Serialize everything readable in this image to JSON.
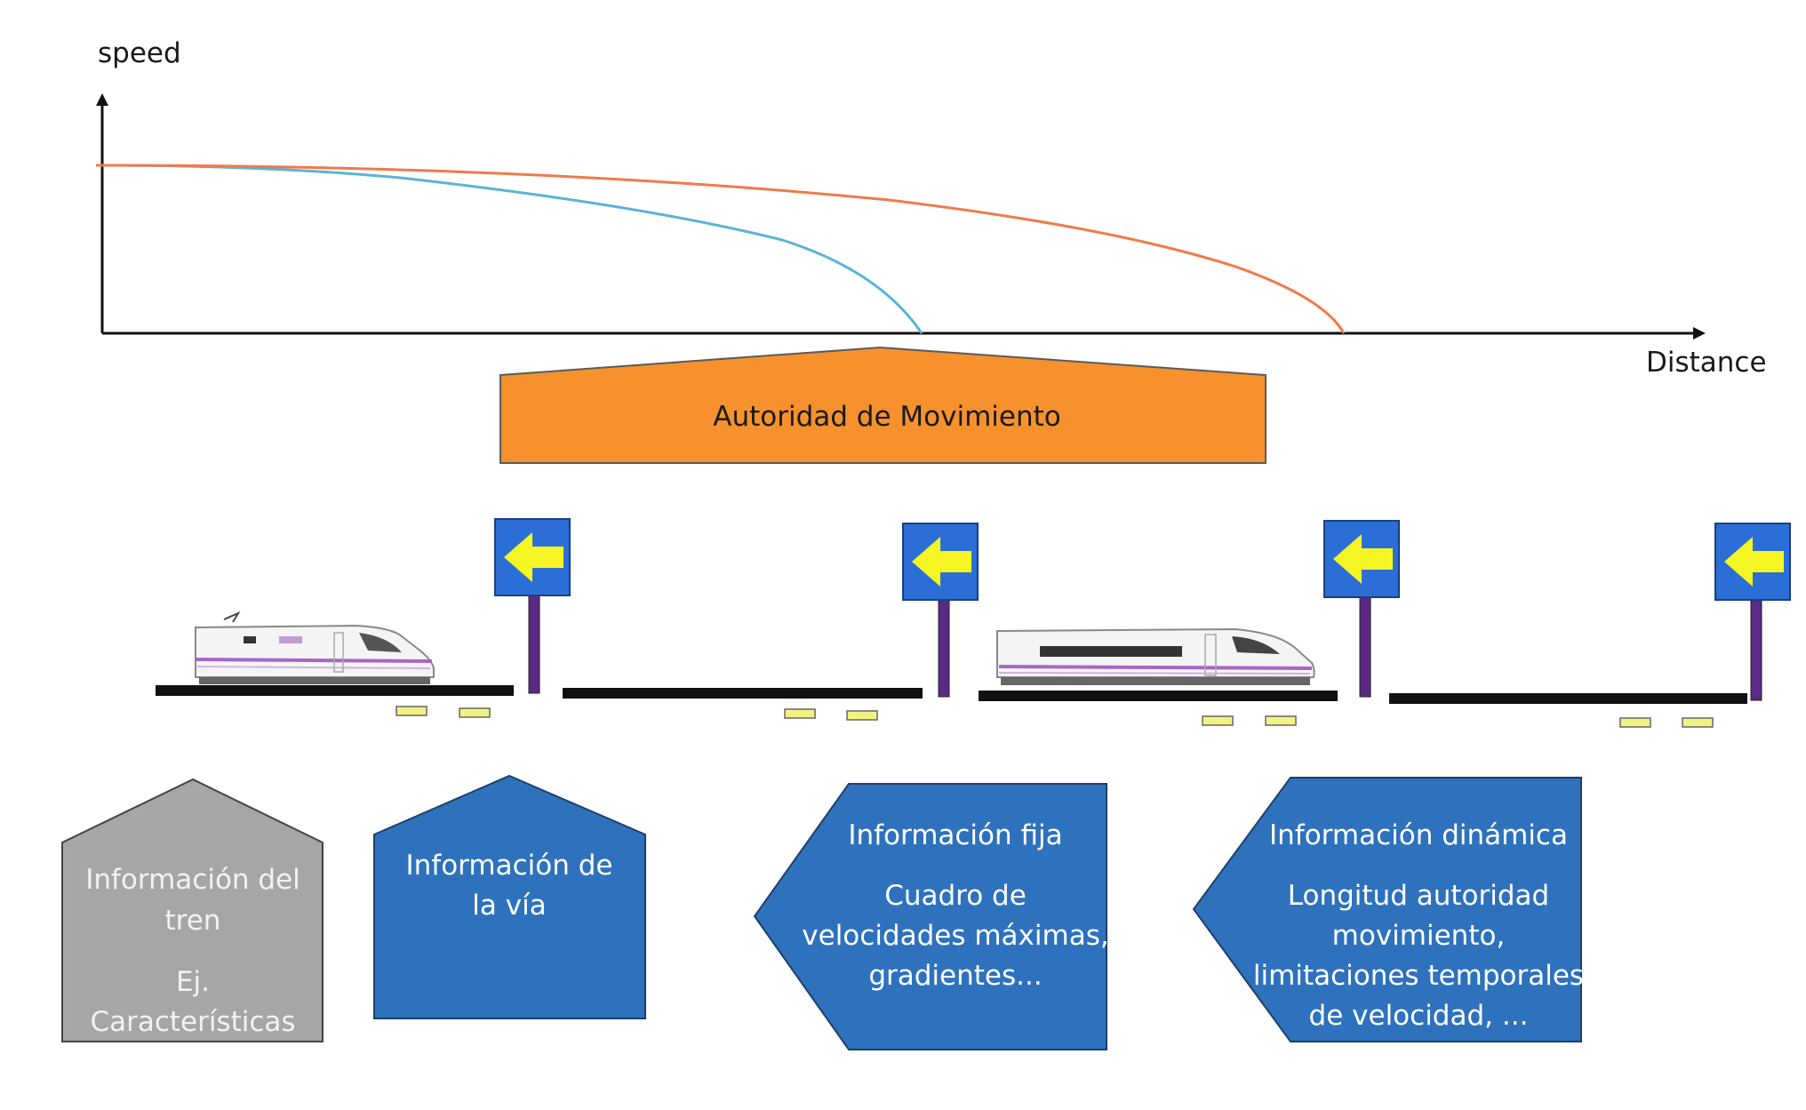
{
  "axes": {
    "y_label": "speed",
    "x_label": "Distance"
  },
  "movement_authority": {
    "label": "Autoridad de Movimiento"
  },
  "info_boxes": {
    "train": {
      "lines": [
        "Información del",
        "tren"
      ],
      "example_lines": [
        "Ej.",
        "Características"
      ]
    },
    "track": {
      "lines": [
        "Información de",
        "la vía"
      ]
    },
    "fixed": {
      "title": "Información fija",
      "lines": [
        "Cuadro de",
        "velocidades máximas,",
        "gradientes..."
      ]
    },
    "dynamic": {
      "title": "Información dinámica",
      "lines": [
        "Longitud autoridad",
        "movimiento,",
        "limitaciones temporales",
        "de velocidad, ..."
      ]
    }
  },
  "colors": {
    "braking_curve_short": "#5ab4d6",
    "braking_curve_long": "#f07a4c",
    "movement_authority_fill": "#f6912e",
    "signal_blue": "#2b6fd6",
    "signal_arrow": "#f5f523",
    "signal_post": "#5b2a86",
    "box_grey": "#a6a6a6",
    "box_blue": "#2e72bd",
    "balise": "#f2f283",
    "train_stripe": "#a866c4"
  },
  "icons": {
    "signal": "left-arrow-signal-icon",
    "train": "high-speed-train-icon",
    "balise": "balise-icon"
  }
}
